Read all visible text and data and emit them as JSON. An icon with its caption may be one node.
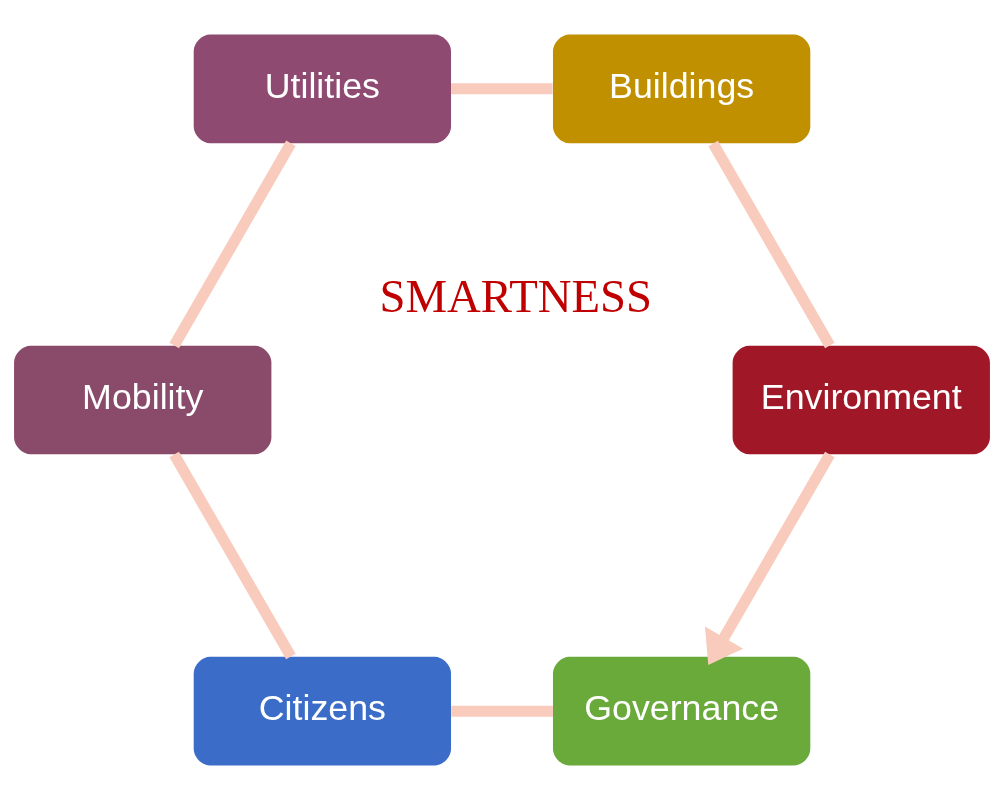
{
  "diagram": {
    "nodes": [
      {
        "text": [
          "Governance"
        ]
      },
      {
        "text": [
          "Citizens"
        ]
      },
      {
        "text": [
          "Mobility"
        ]
      },
      {
        "text": [
          "Utilities"
        ]
      },
      {
        "text": [
          "Buildings"
        ]
      },
      {
        "text": [
          "Environment"
        ]
      }
    ],
    "edges": [
      {
        "from": 0,
        "to": 1,
        "arrow": "none"
      },
      {
        "from": 1,
        "to": 2,
        "arrow": "none"
      },
      {
        "from": 2,
        "to": 3,
        "arrow": "none"
      },
      {
        "from": 3,
        "to": 4,
        "arrow": "none"
      },
      {
        "from": 4,
        "to": 5,
        "arrow": "none"
      },
      {
        "from": 5,
        "to": 0,
        "arrow": "to"
      }
    ],
    "labels": [
      "SMARTNESS"
    ]
  }
}
